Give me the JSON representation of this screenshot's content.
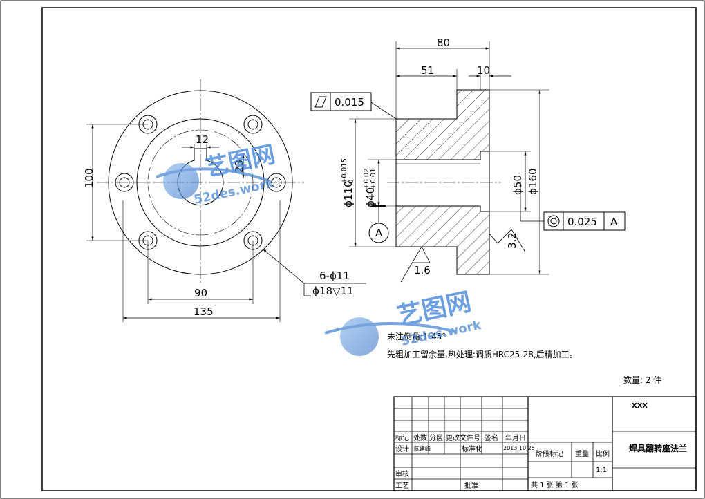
{
  "front_view": {
    "dim_key_width": "12",
    "dim_key_depth": "23",
    "dim_bolt_vertical": "100",
    "dim_bolt_horizontal": "90",
    "dim_outer_dia": "135",
    "hole_callout_1": "6-ϕ11",
    "hole_callout_2": "ϕ18▽11"
  },
  "side_view": {
    "dim_total_length": "80",
    "dim_hub_length": "51",
    "dim_flange_thickness": "10",
    "dim_hub_dia": "ϕ110",
    "dim_hub_tol_upper": "+0.015",
    "dim_hub_tol_lower": "0",
    "dim_bore_dia": "ϕ40",
    "dim_bore_tol_upper": "+0.02",
    "dim_bore_tol_lower": "+0.01",
    "dim_recess_dia": "ϕ50",
    "dim_flange_dia": "ϕ160",
    "flatness_value": "0.015",
    "concentricity_value": "0.025",
    "datum_ref": "A",
    "datum_label": "A",
    "roughness_1": "1.6",
    "roughness_2": "3.2"
  },
  "notes": {
    "note_1": "未注倒角:1-45°",
    "note_2": "先粗加工留余量,热处理:调质HRC25-28,后精加工。",
    "quantity": "数量: 2 件"
  },
  "title_block": {
    "company": "XXX",
    "part_name": "焊具翻转座法兰",
    "label_mark": "标记",
    "label_count": "处数",
    "label_zone": "分区",
    "label_change_doc": "更改文件号",
    "label_sign": "签名",
    "label_date": "年月日",
    "label_design": "设计",
    "designer": "陈建峰",
    "label_standard": "标准化",
    "design_date": "2013.10.25",
    "label_stage": "阶段标记",
    "label_weight": "重量",
    "label_scale": "比例",
    "scale_value": "1:1",
    "label_review": "审核",
    "label_process": "工艺",
    "label_approve": "批准",
    "sheets": "共 1 张  第 1 张"
  },
  "watermark": {
    "brand": "艺图网",
    "url": "52des.work"
  }
}
